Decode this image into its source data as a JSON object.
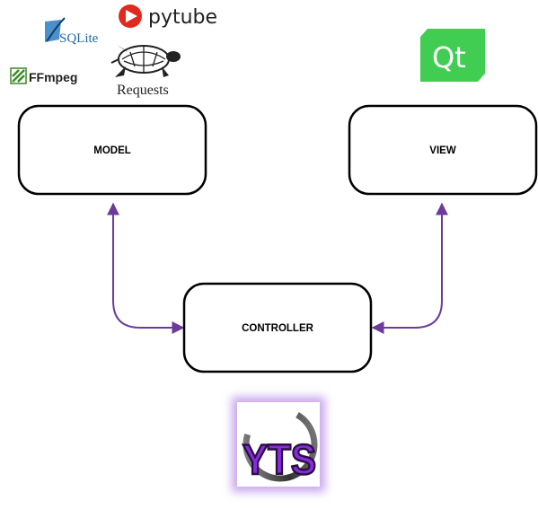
{
  "nodes": {
    "model": {
      "label": "MODEL"
    },
    "view": {
      "label": "VIEW"
    },
    "controller": {
      "label": "CONTROLLER"
    }
  },
  "logos": {
    "pytube": {
      "name": "pytube",
      "icon": "play-icon",
      "color": "#e02a1e"
    },
    "sqlite": {
      "name": "SQLite",
      "color": "#1f6ba5"
    },
    "ffmpeg": {
      "name": "FFmpeg",
      "color": "#3a8a24"
    },
    "requests": {
      "name": "Requests",
      "icon": "turtle-icon"
    },
    "qt": {
      "name": "Qt",
      "color": "#41cd52"
    },
    "yts": {
      "name": "YTS",
      "color": "#8a2be2"
    }
  },
  "colors": {
    "arrow": "#6c3a9a",
    "box_border": "#000000"
  }
}
